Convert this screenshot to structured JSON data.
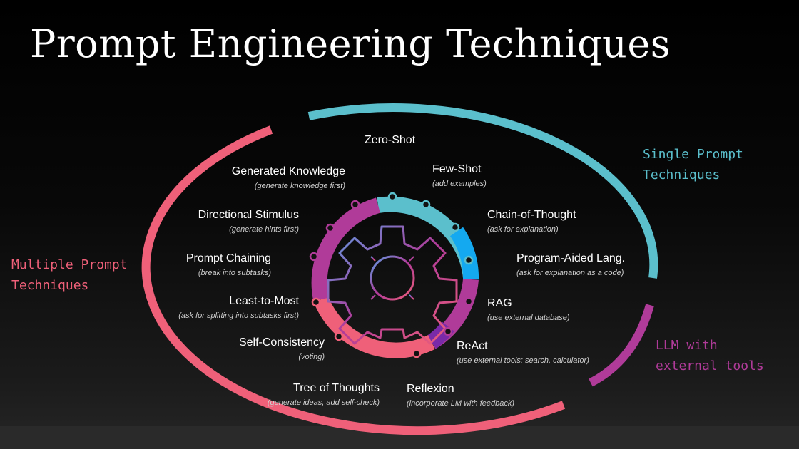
{
  "title": "Prompt Engineering Techniques",
  "groups": {
    "single": {
      "line1": "Single Prompt",
      "line2": "Techniques",
      "color": "#5bbfcc"
    },
    "multiple": {
      "line1": "Multiple Prompt",
      "line2": "Techniques",
      "color": "#ef6079"
    },
    "tools": {
      "line1": "LLM with",
      "line2": "external tools",
      "color": "#b03b99"
    }
  },
  "techniques": {
    "zero_shot": {
      "name": "Zero-Shot",
      "desc": ""
    },
    "few_shot": {
      "name": "Few-Shot",
      "desc": "(add examples)"
    },
    "chain_of_thought": {
      "name": "Chain-of-Thought",
      "desc": "(ask for explanation)"
    },
    "program_aided": {
      "name": "Program-Aided Lang.",
      "desc": "(ask for explanation as a code)"
    },
    "rag": {
      "name": "RAG",
      "desc": "(use external database)"
    },
    "react": {
      "name": "ReAct",
      "desc": "(use external tools: search, calculator)"
    },
    "reflexion": {
      "name": "Reflexion",
      "desc": "(incorporate LM with feedback)"
    },
    "tree_of_thoughts": {
      "name": "Tree of Thoughts",
      "desc": "(generate ideas, add self-check)"
    },
    "self_consistency": {
      "name": "Self-Consistency",
      "desc": "(voting)"
    },
    "least_to_most": {
      "name": "Least-to-Most",
      "desc": "(ask for splitting into subtasks first)"
    },
    "prompt_chaining": {
      "name": "Prompt Chaining",
      "desc": "(break into subtasks)"
    },
    "directional_stimulus": {
      "name": "Directional Stimulus",
      "desc": "(generate hints first)"
    },
    "generated_knowledge": {
      "name": "Generated Knowledge",
      "desc": "(generate knowledge first)"
    }
  },
  "colors": {
    "cyan": "#5bbfcc",
    "cyan_bright": "#14a9f0",
    "pink": "#ef6079",
    "magenta": "#b03b99",
    "violet": "#7a2aa8",
    "background": "#000000"
  }
}
